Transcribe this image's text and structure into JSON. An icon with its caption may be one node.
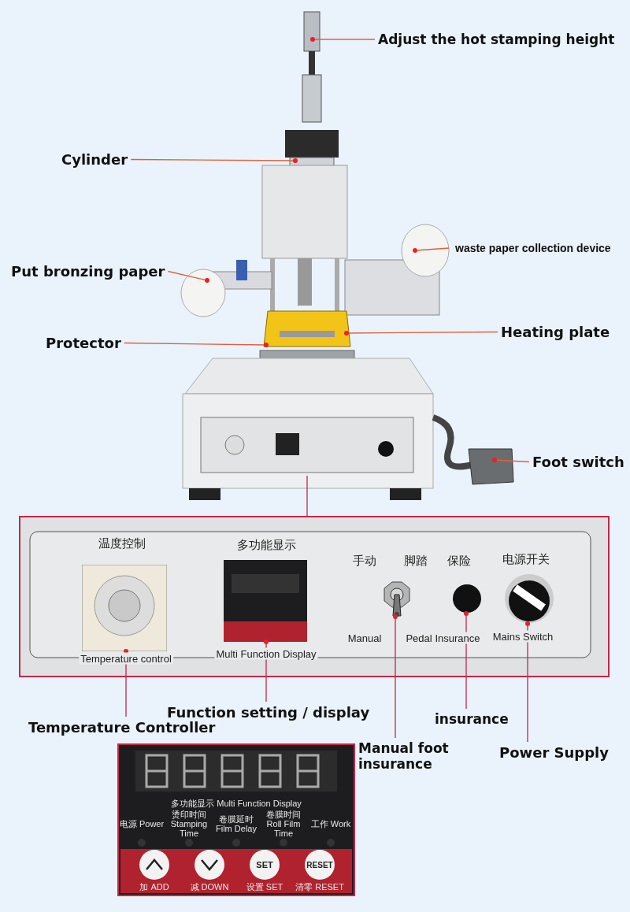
{
  "diagram": {
    "nodes": [
      {
        "text": [
          "Adjust the hot stamping height"
        ]
      },
      {
        "text": [
          "Cylinder"
        ]
      },
      {
        "text": [
          "waste paper collection device"
        ]
      },
      {
        "text": [
          "Put bronzing paper"
        ]
      },
      {
        "text": [
          "Protector"
        ]
      },
      {
        "text": [
          "Heating plate"
        ]
      },
      {
        "text": [
          "Foot switch"
        ]
      },
      {
        "text": [],
        "shape": "picture"
      },
      {
        "text": [
          "Temperature Controller"
        ]
      },
      {
        "text": [
          "Function setting / display"
        ]
      },
      {
        "text": [
          "Manual foot insurance"
        ]
      },
      {
        "text": [
          "insurance"
        ]
      },
      {
        "text": [
          "Power Supply"
        ]
      },
      {
        "text": [],
        "shape": "picture",
        "in": 7,
        "beside": [
          "温度控制",
          "Temperature control"
        ]
      },
      {
        "text": [],
        "shape": "picture",
        "in": 7,
        "beside": [
          "多功能显示",
          "Multi Function Display"
        ]
      },
      {
        "text": [],
        "shape": "picture",
        "in": 7,
        "beside": [
          "手动",
          "脚踏",
          "Manual",
          "Pedal"
        ]
      },
      {
        "text": [],
        "shape": "circle",
        "in": 7,
        "beside": [
          "保险",
          "Insurance"
        ]
      },
      {
        "text": [],
        "shape": "picture",
        "in": 7,
        "beside": [
          "电源开关",
          "Mains Switch"
        ]
      }
    ],
    "edges": [
      {
        "from": 0,
        "to": null,
        "arrow": "other"
      },
      {
        "from": 1,
        "to": null,
        "arrow": "other"
      },
      {
        "from": 2,
        "to": null,
        "arrow": "other"
      },
      {
        "from": 3,
        "to": null,
        "arrow": "other"
      },
      {
        "from": 4,
        "to": null,
        "arrow": "other"
      },
      {
        "from": 5,
        "to": null,
        "arrow": "other"
      },
      {
        "from": 6,
        "to": null,
        "arrow": "other"
      },
      {
        "from": null,
        "to": 7,
        "arrow": "none",
        "color": "#c0284a"
      },
      {
        "from": 8,
        "to": 13,
        "arrow": "other",
        "color": "#c0284a"
      },
      {
        "from": 9,
        "to": 14,
        "arrow": "other",
        "color": "#c0284a"
      },
      {
        "from": 10,
        "to": 15,
        "arrow": "other",
        "color": "#c0284a"
      },
      {
        "from": 11,
        "to": 16,
        "arrow": "other",
        "color": "#c0284a"
      },
      {
        "from": 12,
        "to": 17,
        "arrow": "other",
        "color": "#c0284a"
      }
    ],
    "labels": [
      "多功能显示 Multi Function Display",
      "电源 Power",
      "烫印时间 Stamping Time",
      "卷膜延时 Film Delay",
      "卷膜时间 Roll Film Time",
      "工作 Work",
      "SET",
      "RESET",
      "加 ADD",
      "减 DOWN",
      "设置 SET",
      "清零 RESET"
    ]
  }
}
